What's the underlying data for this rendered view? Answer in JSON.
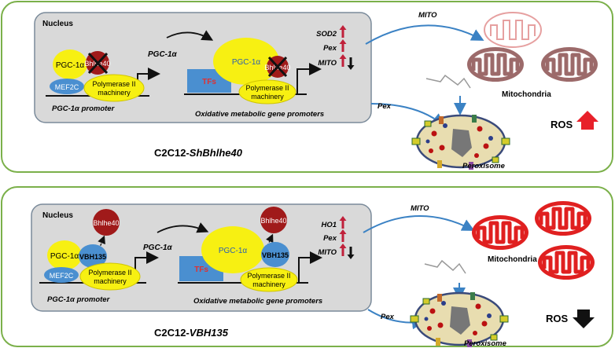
{
  "panels": [
    {
      "nucleus_label": "Nucleus",
      "factor_name": "Bhlhe40",
      "pgc_label": "PGC-1α",
      "mef_label": "MEF2C",
      "pol_line1": "Polymerase II",
      "pol_line2": "machinery",
      "promoter_label": "PGC-1α promoter",
      "arrow_label": "PGC-1α",
      "tfs_label": "TFs",
      "gene_promoters_label": "Oxidative metabolic gene promoters",
      "genes": [
        {
          "name": "SOD2",
          "arrows": "up"
        },
        {
          "name": "Pex",
          "arrows": "up"
        },
        {
          "name": "MITO",
          "arrows": "up-down"
        }
      ],
      "mito_label": "MITO",
      "pex_label": "Pex",
      "mitochondria_label": "Mitochondria",
      "peroxisome_label": "Peroxisome",
      "ros_label": "ROS",
      "ros_direction": "up",
      "cell_line_prefix": "C2C12-",
      "cell_line_suffix": "ShBhlhe40",
      "colors": {
        "ros_arrow": "#e8202a",
        "mito": "#9c6a6a"
      }
    },
    {
      "nucleus_label": "Nucleus",
      "factor_name": "Bhlhe40",
      "partner_label": "VBH135",
      "pgc_label": "PGC-1α",
      "mef_label": "MEF2C",
      "pol_line1": "Polymerase II",
      "pol_line2": "machinery",
      "promoter_label": "PGC-1α promoter",
      "arrow_label": "PGC-1α",
      "tfs_label": "TFs",
      "gene_promoters_label": "Oxidative metabolic gene promoters",
      "genes": [
        {
          "name": "HO1",
          "arrows": "up"
        },
        {
          "name": "Pex",
          "arrows": "up"
        },
        {
          "name": "MITO",
          "arrows": "up-down"
        }
      ],
      "mito_label": "MITO",
      "pex_label": "Pex",
      "mitochondria_label": "Mitochondria",
      "peroxisome_label": "Peroxisome",
      "ros_label": "ROS",
      "ros_direction": "down",
      "cell_line_prefix": "C2C12-",
      "cell_line_suffix": "VBH135",
      "colors": {
        "ros_arrow": "#111111",
        "mito": "#e02020"
      }
    }
  ]
}
